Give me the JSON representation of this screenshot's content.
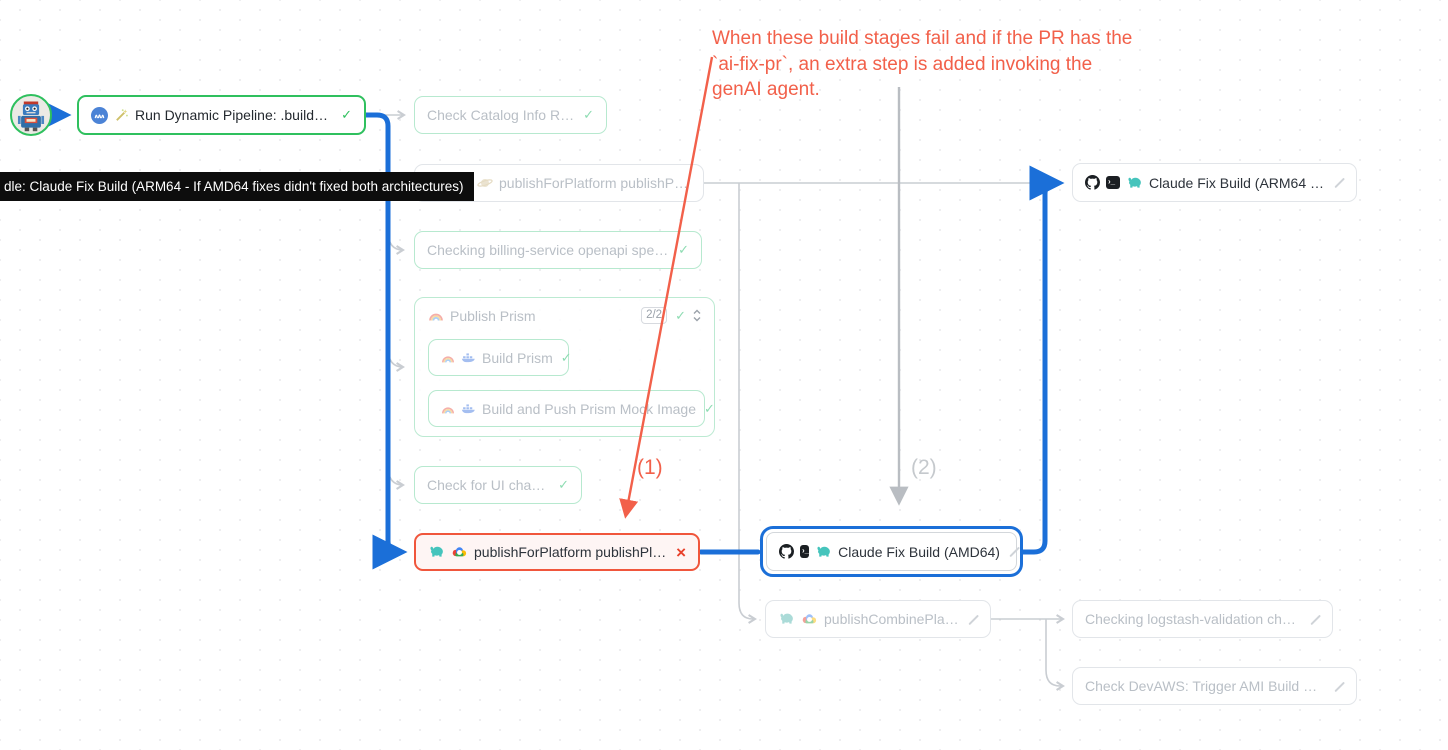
{
  "annotations": {
    "note": "When these build stages fail and if the PR has the\n`ai-fix-pr`, an extra step is added invoking the\ngenAI agent.",
    "label1": "(1)",
    "label2": "(2)"
  },
  "tooltip": {
    "text": "dle: Claude Fix Build (ARM64 - If AMD64 fixes didn't fixed both architectures)"
  },
  "nodes": {
    "run_dynamic": {
      "label": "Run Dynamic Pipeline: .buildkite/…",
      "status": "passed"
    },
    "check_catalog": {
      "label": "Check Catalog Info RREs",
      "status": "passed"
    },
    "publish_platform_aws": {
      "label": "publishForPlatform publishPl…",
      "status": "pending"
    },
    "billing_openapi": {
      "label": "Checking billing-service openapi spec c…",
      "status": "passed"
    },
    "publish_prism_group": {
      "label": "Publish Prism",
      "badge": "2/2",
      "status": "passed"
    },
    "build_prism": {
      "label": "Build Prism",
      "status": "passed"
    },
    "build_push_prism_mock": {
      "label": "Build and Push Prism Mock Image",
      "status": "passed"
    },
    "check_ui": {
      "label": "Check for UI changes",
      "status": "passed"
    },
    "publish_platform_failed": {
      "label": "publishForPlatform publishPlatfo…",
      "status": "failed"
    },
    "claude_amd64": {
      "label": "Claude Fix Build (AMD64)",
      "status": "waiting"
    },
    "claude_arm64": {
      "label": "Claude Fix Build (ARM64 - If…",
      "status": "waiting"
    },
    "publish_combine": {
      "label": "publishCombinePlatform",
      "status": "waiting"
    },
    "logstash_validation": {
      "label": "Checking logstash-validation changes",
      "status": "waiting"
    },
    "check_devaws": {
      "label": "Check DevAWS: Trigger AMI Build With…",
      "status": "waiting"
    }
  },
  "status_glyphs": {
    "check": "✓",
    "fail": "×"
  },
  "colors": {
    "edge_blue": "#1b6fd8",
    "green_bright": "#2fc05e",
    "green_faded": "#b7e9cf",
    "red_fail": "#f0563c",
    "gray_border": "#e2e5e9",
    "note_red": "#f2604a",
    "note_gray": "#b9bdc2"
  }
}
